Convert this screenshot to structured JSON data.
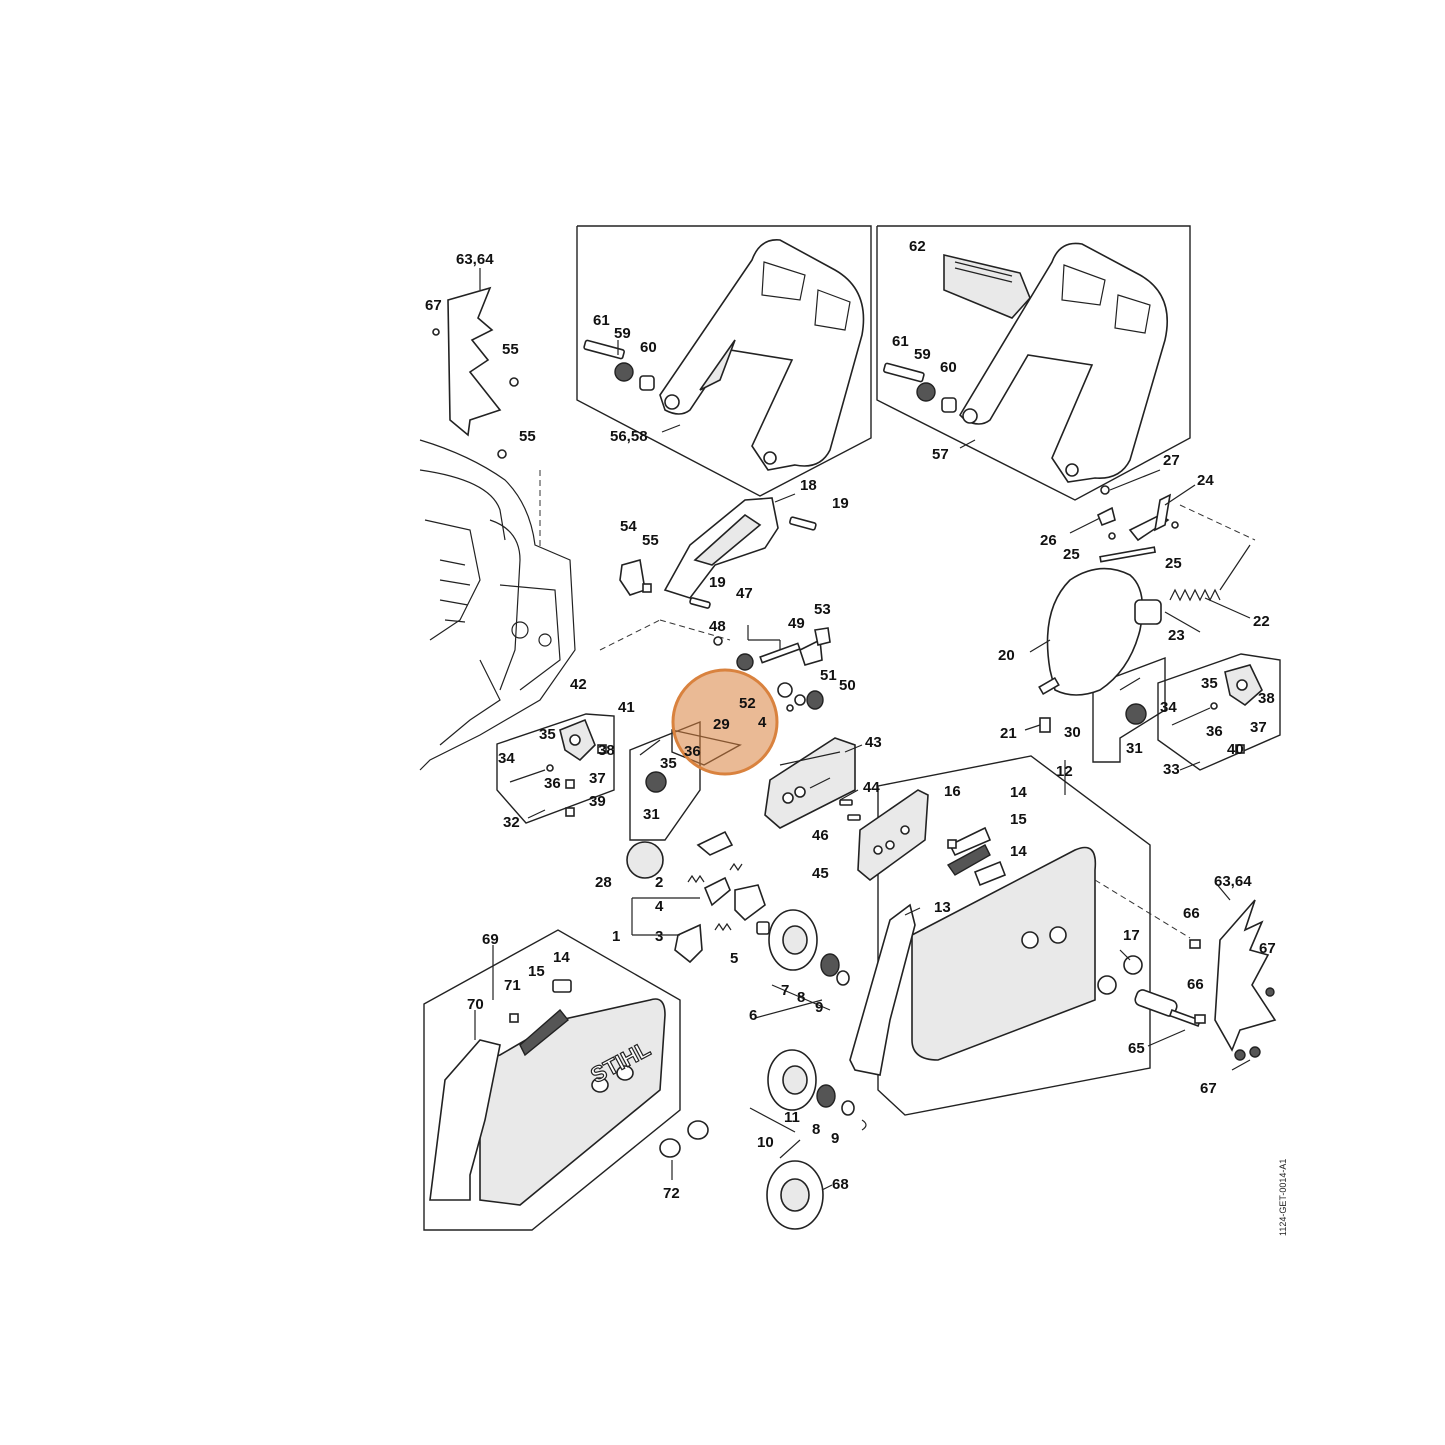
{
  "diagram": {
    "brand_text": "STIHL",
    "code_text": "1124-GET-0014-A1",
    "highlight_color": "#d9823e",
    "labels": [
      {
        "id": "l-63-64-a",
        "text": "63,64"
      },
      {
        "id": "l-67-a",
        "text": "67"
      },
      {
        "id": "l-55-a",
        "text": "55"
      },
      {
        "id": "l-55-b",
        "text": "55"
      },
      {
        "id": "l-61-a",
        "text": "61"
      },
      {
        "id": "l-59-a",
        "text": "59"
      },
      {
        "id": "l-60-a",
        "text": "60"
      },
      {
        "id": "l-56-58",
        "text": "56,58"
      },
      {
        "id": "l-62",
        "text": "62"
      },
      {
        "id": "l-61-b",
        "text": "61"
      },
      {
        "id": "l-59-b",
        "text": "59"
      },
      {
        "id": "l-60-b",
        "text": "60"
      },
      {
        "id": "l-57",
        "text": "57"
      },
      {
        "id": "l-18",
        "text": "18"
      },
      {
        "id": "l-19-a",
        "text": "19"
      },
      {
        "id": "l-54",
        "text": "54"
      },
      {
        "id": "l-55-c",
        "text": "55"
      },
      {
        "id": "l-19-b",
        "text": "19"
      },
      {
        "id": "l-47",
        "text": "47"
      },
      {
        "id": "l-48",
        "text": "48"
      },
      {
        "id": "l-49",
        "text": "49"
      },
      {
        "id": "l-53",
        "text": "53"
      },
      {
        "id": "l-51",
        "text": "51"
      },
      {
        "id": "l-50",
        "text": "50"
      },
      {
        "id": "l-52",
        "text": "52"
      },
      {
        "id": "l-4-a",
        "text": "4"
      },
      {
        "id": "l-29",
        "text": "29"
      },
      {
        "id": "l-36-a",
        "text": "36"
      },
      {
        "id": "l-42",
        "text": "42"
      },
      {
        "id": "l-41",
        "text": "41"
      },
      {
        "id": "l-35-a",
        "text": "35"
      },
      {
        "id": "l-31-a",
        "text": "31"
      },
      {
        "id": "l-35-b",
        "text": "35"
      },
      {
        "id": "l-38-a",
        "text": "38"
      },
      {
        "id": "l-34-a",
        "text": "34"
      },
      {
        "id": "l-36-b",
        "text": "36"
      },
      {
        "id": "l-37-a",
        "text": "37"
      },
      {
        "id": "l-39",
        "text": "39"
      },
      {
        "id": "l-32",
        "text": "32"
      },
      {
        "id": "l-43",
        "text": "43"
      },
      {
        "id": "l-44",
        "text": "44"
      },
      {
        "id": "l-46",
        "text": "46"
      },
      {
        "id": "l-45",
        "text": "45"
      },
      {
        "id": "l-27",
        "text": "27"
      },
      {
        "id": "l-24",
        "text": "24"
      },
      {
        "id": "l-26",
        "text": "26"
      },
      {
        "id": "l-25-a",
        "text": "25"
      },
      {
        "id": "l-25-b",
        "text": "25"
      },
      {
        "id": "l-22",
        "text": "22"
      },
      {
        "id": "l-23",
        "text": "23"
      },
      {
        "id": "l-20",
        "text": "20"
      },
      {
        "id": "l-21",
        "text": "21"
      },
      {
        "id": "l-30",
        "text": "30"
      },
      {
        "id": "l-31-b",
        "text": "31"
      },
      {
        "id": "l-35-c",
        "text": "35"
      },
      {
        "id": "l-38-b",
        "text": "38"
      },
      {
        "id": "l-34-b",
        "text": "34"
      },
      {
        "id": "l-36-c",
        "text": "36"
      },
      {
        "id": "l-37-b",
        "text": "37"
      },
      {
        "id": "l-40",
        "text": "40"
      },
      {
        "id": "l-33",
        "text": "33"
      },
      {
        "id": "l-12",
        "text": "12"
      },
      {
        "id": "l-16",
        "text": "16"
      },
      {
        "id": "l-14-a",
        "text": "14"
      },
      {
        "id": "l-15-a",
        "text": "15"
      },
      {
        "id": "l-14-b",
        "text": "14"
      },
      {
        "id": "l-13",
        "text": "13"
      },
      {
        "id": "l-28",
        "text": "28"
      },
      {
        "id": "l-2",
        "text": "2"
      },
      {
        "id": "l-4-b",
        "text": "4"
      },
      {
        "id": "l-1",
        "text": "1"
      },
      {
        "id": "l-3",
        "text": "3"
      },
      {
        "id": "l-5",
        "text": "5"
      },
      {
        "id": "l-7",
        "text": "7"
      },
      {
        "id": "l-8-a",
        "text": "8"
      },
      {
        "id": "l-6",
        "text": "6"
      },
      {
        "id": "l-9-a",
        "text": "9"
      },
      {
        "id": "l-17",
        "text": "17"
      },
      {
        "id": "l-63-64-b",
        "text": "63,64"
      },
      {
        "id": "l-66-a",
        "text": "66"
      },
      {
        "id": "l-67-b",
        "text": "67"
      },
      {
        "id": "l-66-b",
        "text": "66"
      },
      {
        "id": "l-65",
        "text": "65"
      },
      {
        "id": "l-67-c",
        "text": "67"
      },
      {
        "id": "l-69",
        "text": "69"
      },
      {
        "id": "l-71",
        "text": "71"
      },
      {
        "id": "l-15-b",
        "text": "15"
      },
      {
        "id": "l-14-c",
        "text": "14"
      },
      {
        "id": "l-70",
        "text": "70"
      },
      {
        "id": "l-11",
        "text": "11"
      },
      {
        "id": "l-8-b",
        "text": "8"
      },
      {
        "id": "l-10",
        "text": "10"
      },
      {
        "id": "l-9-b",
        "text": "9"
      },
      {
        "id": "l-72",
        "text": "72"
      },
      {
        "id": "l-68",
        "text": "68"
      }
    ]
  }
}
